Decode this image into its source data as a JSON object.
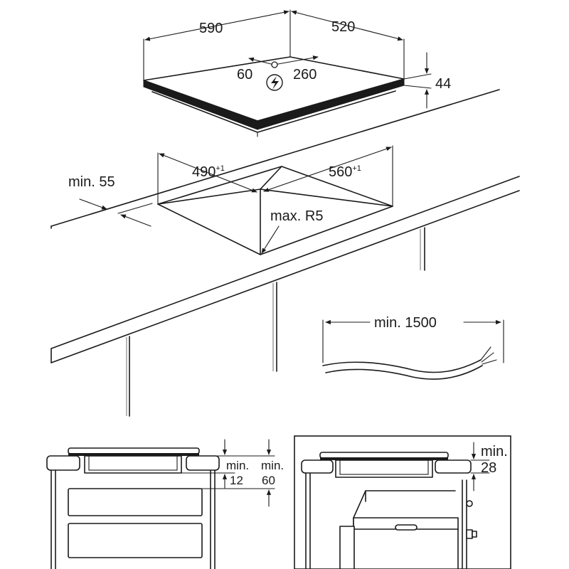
{
  "dimensions": {
    "hob_width": "590",
    "hob_depth": "520",
    "cable_left": "60",
    "cable_right": "260",
    "hob_height": "44",
    "cutout_width": "490",
    "cutout_width_tol": "+1",
    "cutout_depth": "560",
    "cutout_depth_tol": "+1",
    "min_edge": "min. 55",
    "max_radius": "max. R5",
    "cable_length": "min. 1500",
    "min_a_label": "min.",
    "min_a_value": "12",
    "min_b_label": "min.",
    "min_b_value": "60",
    "min_c_label": "min.",
    "min_c_value": "28"
  },
  "icons": {
    "electric": "lightning-bolt-icon"
  }
}
